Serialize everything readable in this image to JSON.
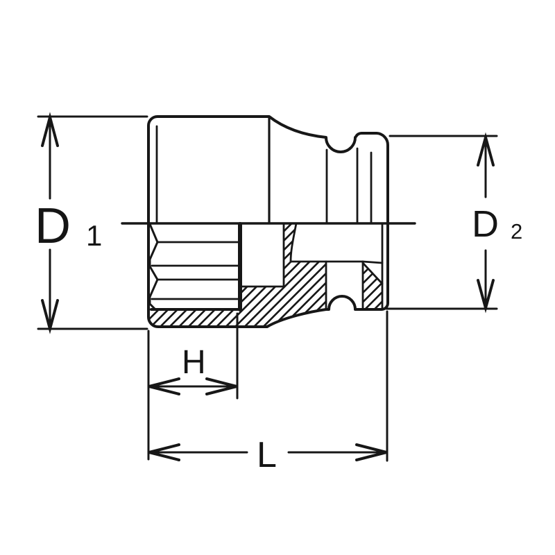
{
  "diagram": {
    "description": "Technical line drawing of an impact socket: half external view, half cross-section with hatching, with four dimension callouts",
    "colors": {
      "line": "#171717",
      "background": "#ffffff"
    },
    "dimensions": {
      "d1": {
        "base": "D",
        "sub": "1"
      },
      "d2": {
        "base": "D",
        "sub": "2"
      },
      "h": {
        "label": "H"
      },
      "l": {
        "label": "L"
      }
    }
  }
}
